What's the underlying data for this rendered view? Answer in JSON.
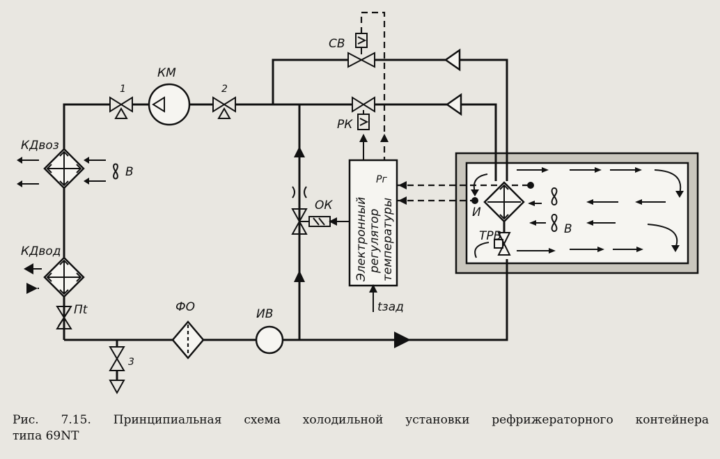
{
  "figure": {
    "caption_line1": "Рис. 7.15. Принципиальная схема холодильной установки рефрижераторного контейнера",
    "caption_line2": "типа 69NT"
  },
  "labels": {
    "km": "КМ",
    "valve1": "1",
    "valve2": "2",
    "valve3": "3",
    "sv": "СВ",
    "rk": "РК",
    "ok": "ОК",
    "fo": "ФО",
    "iv": "ИВ",
    "kd_vоz": "КДвоз",
    "kd_vod": "КДвод",
    "fan_left": "В",
    "fan_right": "В",
    "pt": "Пt",
    "evaporator": "И",
    "trv": "ТРВ",
    "pr": "Pг",
    "t_set": "tзад",
    "regulator": [
      "Электронный",
      "регулятор",
      "температуры"
    ]
  }
}
